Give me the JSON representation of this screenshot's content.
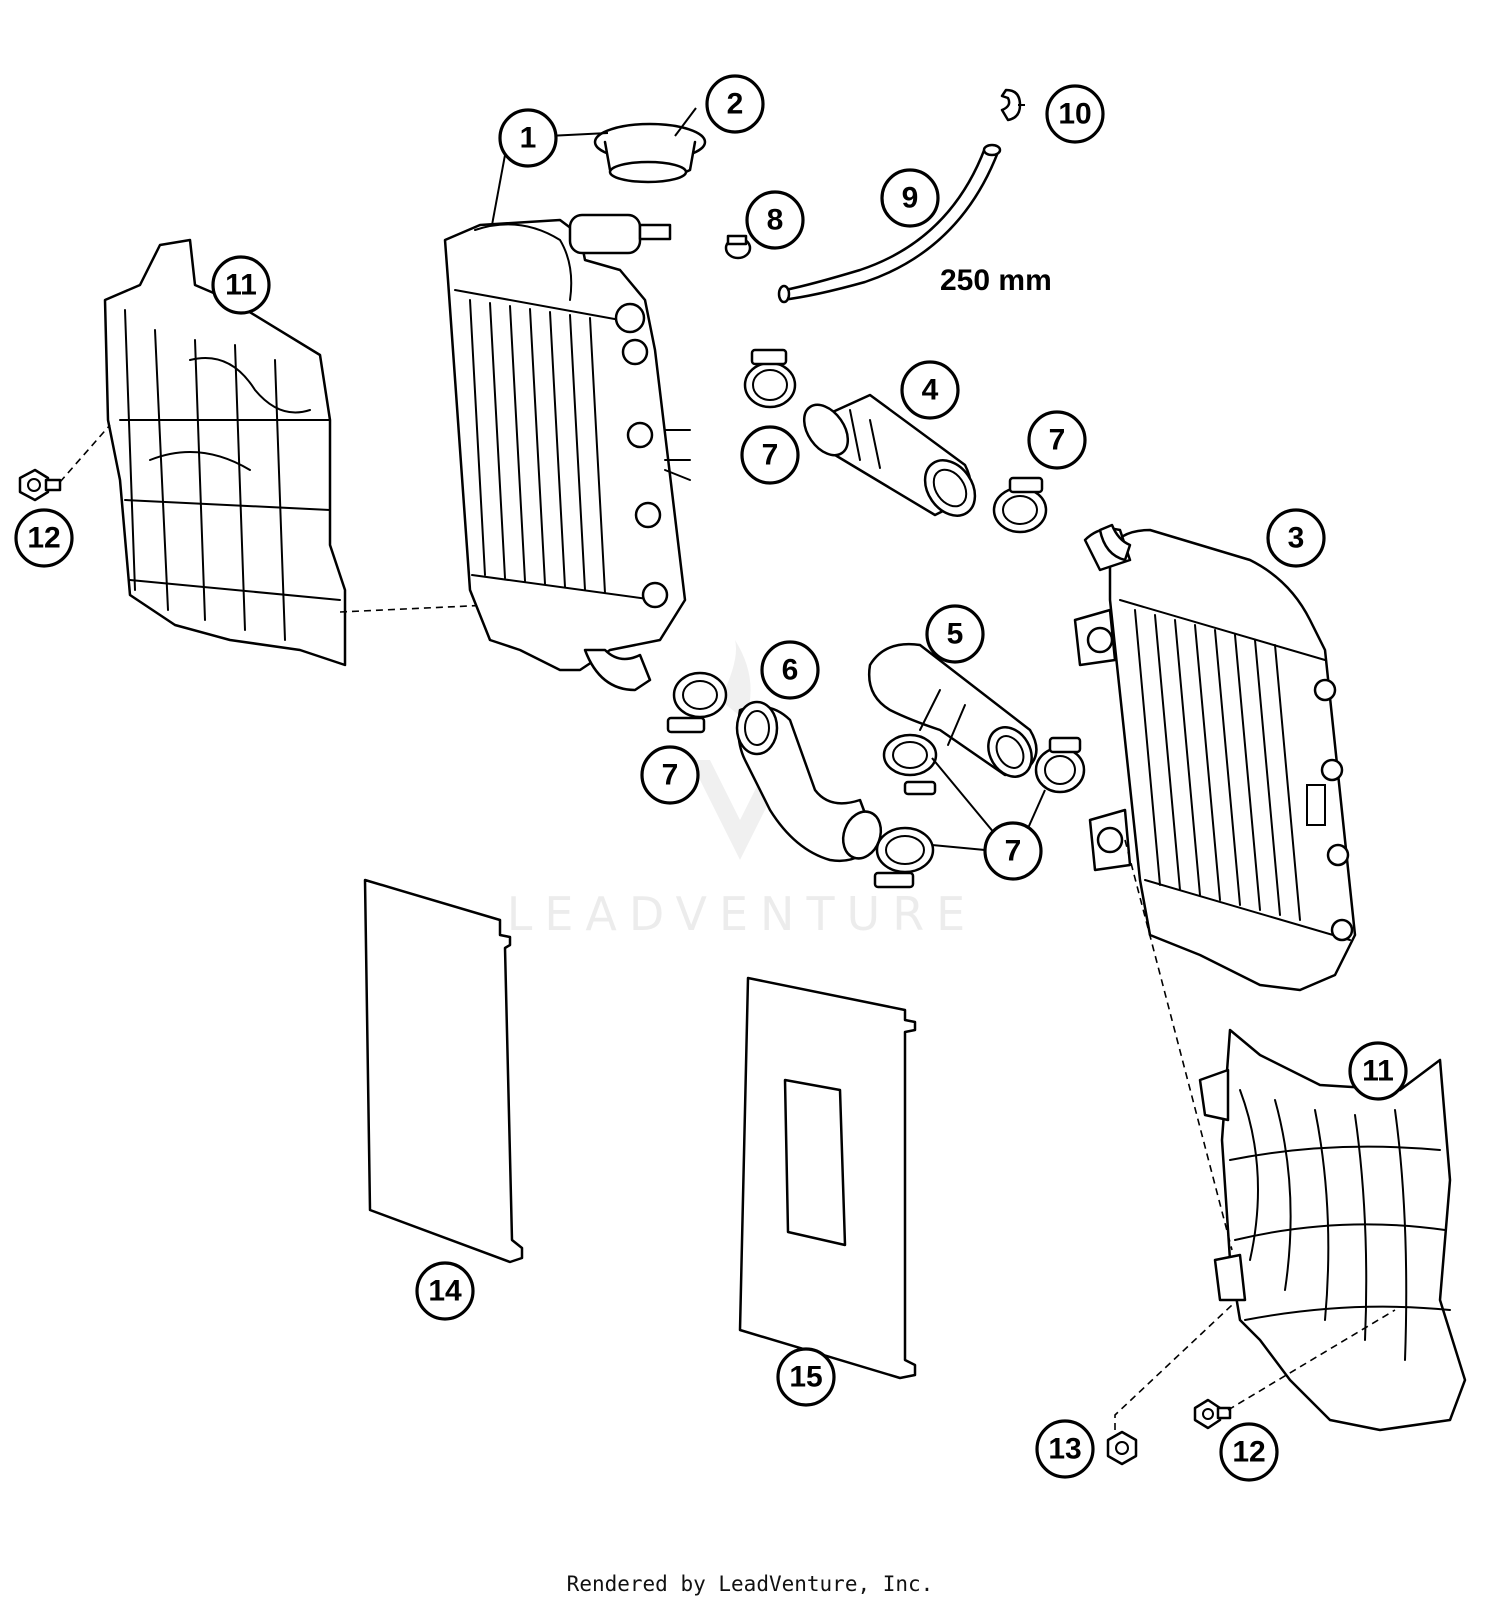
{
  "diagram": {
    "callouts": [
      {
        "id": "c1",
        "label": "1"
      },
      {
        "id": "c2",
        "label": "2"
      },
      {
        "id": "c3",
        "label": "3"
      },
      {
        "id": "c4",
        "label": "4"
      },
      {
        "id": "c5",
        "label": "5"
      },
      {
        "id": "c6",
        "label": "6"
      },
      {
        "id": "c7a",
        "label": "7"
      },
      {
        "id": "c7b",
        "label": "7"
      },
      {
        "id": "c7c",
        "label": "7"
      },
      {
        "id": "c7d",
        "label": "7"
      },
      {
        "id": "c8",
        "label": "8"
      },
      {
        "id": "c9",
        "label": "9"
      },
      {
        "id": "c10",
        "label": "10"
      },
      {
        "id": "c11a",
        "label": "11"
      },
      {
        "id": "c11b",
        "label": "11"
      },
      {
        "id": "c12a",
        "label": "12"
      },
      {
        "id": "c12b",
        "label": "12"
      },
      {
        "id": "c13",
        "label": "13"
      },
      {
        "id": "c14",
        "label": "14"
      },
      {
        "id": "c15",
        "label": "15"
      }
    ],
    "dimension_label": "250 mm",
    "watermark": "LEADVENTURE"
  },
  "footer": {
    "text": "Rendered by LeadVenture, Inc."
  }
}
